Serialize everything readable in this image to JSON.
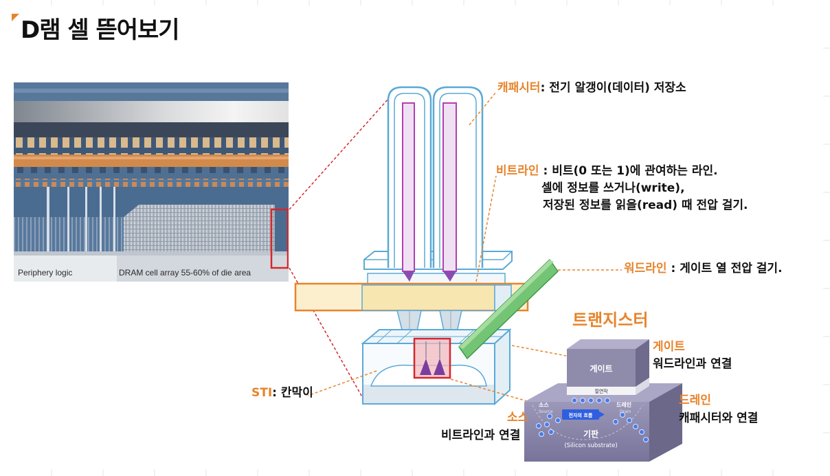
{
  "title": "D램 셀 뜯어보기",
  "photo": {
    "label_left": "Periphery logic",
    "label_right": "DRAM cell array 55-60% of die area"
  },
  "callouts": {
    "capacitor": {
      "term": "캐패시터",
      "desc": ": 전기 알갱이(데이터) 저장소"
    },
    "bitline": {
      "term": "비트라인",
      "desc": " : 비트(0 또는 1)에 관여하는 라인.",
      "line2": "셀에 정보를 쓰거나(write),",
      "line3": "저장된 정보를 읽을(read) 때 전압 걸기."
    },
    "wordline": {
      "term": "워드라인",
      "desc": " : 게이트 열 전압 걸기."
    },
    "sti": {
      "term": "STI",
      "desc": ": 칸막이"
    }
  },
  "transistor": {
    "heading": "트랜지스터",
    "block_gate": "게이트",
    "block_insulator": "절연막",
    "block_source": "소스",
    "block_source_en": "Source",
    "block_drain": "드레인",
    "block_drain_en": "Drain",
    "electron_flow": "전자의 흐름",
    "block_substrate": "기판",
    "block_substrate_en": "(Silicon substrate)",
    "gate": {
      "term": "게이트",
      "desc": "워드라인과 연결"
    },
    "drain": {
      "term": "드레인",
      "desc": "캐패시터와 연결"
    },
    "source": {
      "term": "소스",
      "desc": "비트라인과 연결"
    }
  },
  "colors": {
    "accent": "#e8832a",
    "highlight": "#d6262b",
    "outline": "#5aa9d6",
    "bitline_bar": "#fcefcd",
    "wordline_bar": "#74c476",
    "capacitor_strip": "#b23fb0",
    "electron": "#2f5fe0"
  }
}
